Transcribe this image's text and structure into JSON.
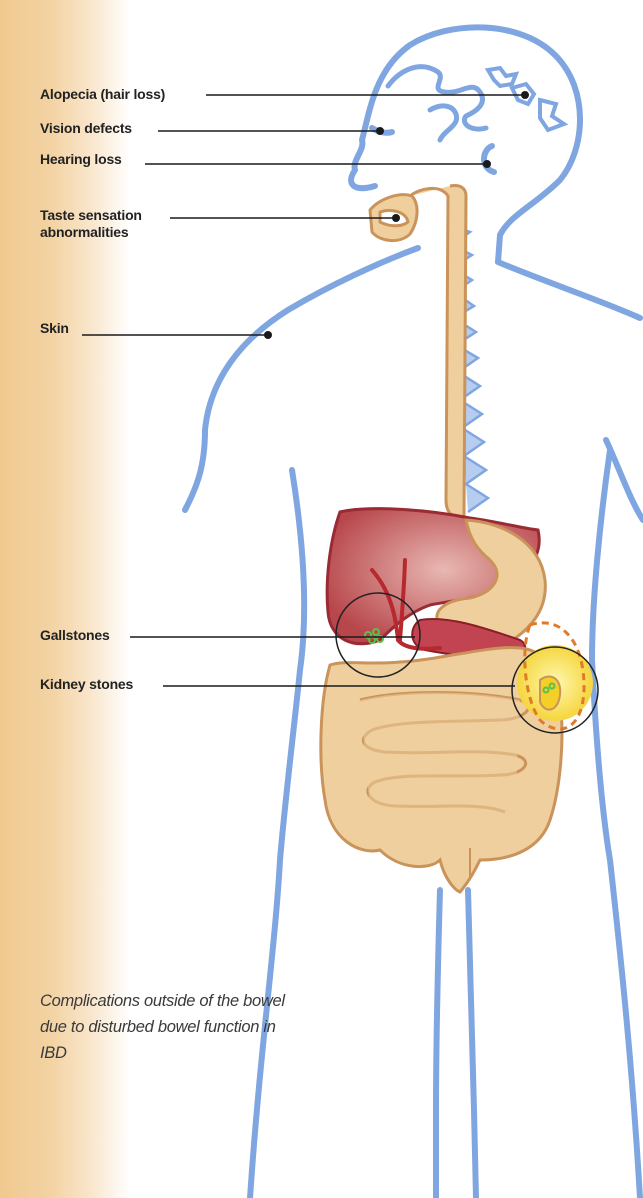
{
  "labels": {
    "alopecia": "Alopecia (hair loss)",
    "vision": "Vision defects",
    "hearing": "Hearing loss",
    "taste": "Taste sensation abnormalities",
    "skin": "Skin",
    "gallstones": "Gallstones",
    "kidney": "Kidney stones"
  },
  "caption": "Complications outside of the bowel due to disturbed bowel function in IBD",
  "colors": {
    "body_outline": "#7fa6e0",
    "gut_fill": "#efcf9e",
    "gut_stroke": "#c9935a",
    "liver": "#b8474c",
    "leader": "#1a1a1a",
    "stone": "#5cc04a",
    "kidney_glow": "#f7e23a"
  }
}
